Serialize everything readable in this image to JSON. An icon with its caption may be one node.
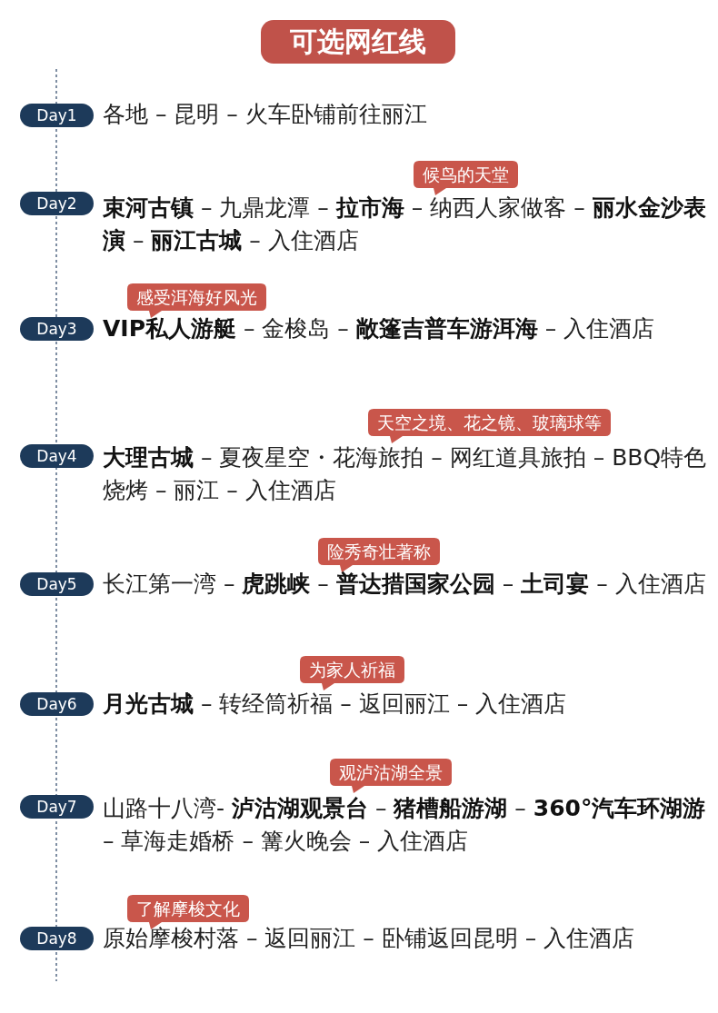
{
  "diagram": {
    "title": "可选网红线",
    "nodes": [
      {
        "text": [
          "Day1"
        ],
        "beside": [
          "各地 – 昆明 – 火车卧铺前往丽江"
        ]
      },
      {
        "text": [
          "候鸟的天堂"
        ]
      },
      {
        "text": [
          "Day2"
        ],
        "beside": [
          "**束河古镇** – 九鼎龙潭 – **拉市海** – 纳西人家做客 – **丽水金沙表演** – **丽江古城** – 入住酒店"
        ]
      },
      {
        "text": [
          "感受洱海好风光"
        ]
      },
      {
        "text": [
          "Day3"
        ],
        "beside": [
          "**VIP私人游艇** – 金梭岛 – **敞篷吉普车游洱海** – 入住酒店"
        ]
      },
      {
        "text": [
          "天空之境、花之镜、玻璃球等"
        ]
      },
      {
        "text": [
          "Day4"
        ],
        "beside": [
          "**大理古城** – 夏夜星空・花海旅拍 – 网红道具旅拍 – BBQ特色烧烤 – 丽江 – 入住酒店"
        ]
      },
      {
        "text": [
          "险秀奇壮著称"
        ]
      },
      {
        "text": [
          "Day5"
        ],
        "beside": [
          "长江第一湾 – **虎跳峡** – **普达措国家公园** – **土司宴** – 入住酒店"
        ]
      },
      {
        "text": [
          "为家人祈福"
        ]
      },
      {
        "text": [
          "Day6"
        ],
        "beside": [
          "**月光古城** – 转经筒祈福 – 返回丽江 – 入住酒店"
        ]
      },
      {
        "text": [
          "观泸沽湖全景"
        ]
      },
      {
        "text": [
          "Day7"
        ],
        "beside": [
          "山路十八湾- **泸沽湖观景台** – **猪槽船游湖** – **360°汽车环湖游** – 草海走婚桥 – 篝火晚会 – 入住酒店"
        ]
      },
      {
        "text": [
          "了解摩梭文化"
        ]
      },
      {
        "text": [
          "Day8"
        ],
        "beside": [
          "原始摩梭村落 – 返回丽江 – 卧铺返回昆明 – 入住酒店"
        ]
      }
    ]
  }
}
